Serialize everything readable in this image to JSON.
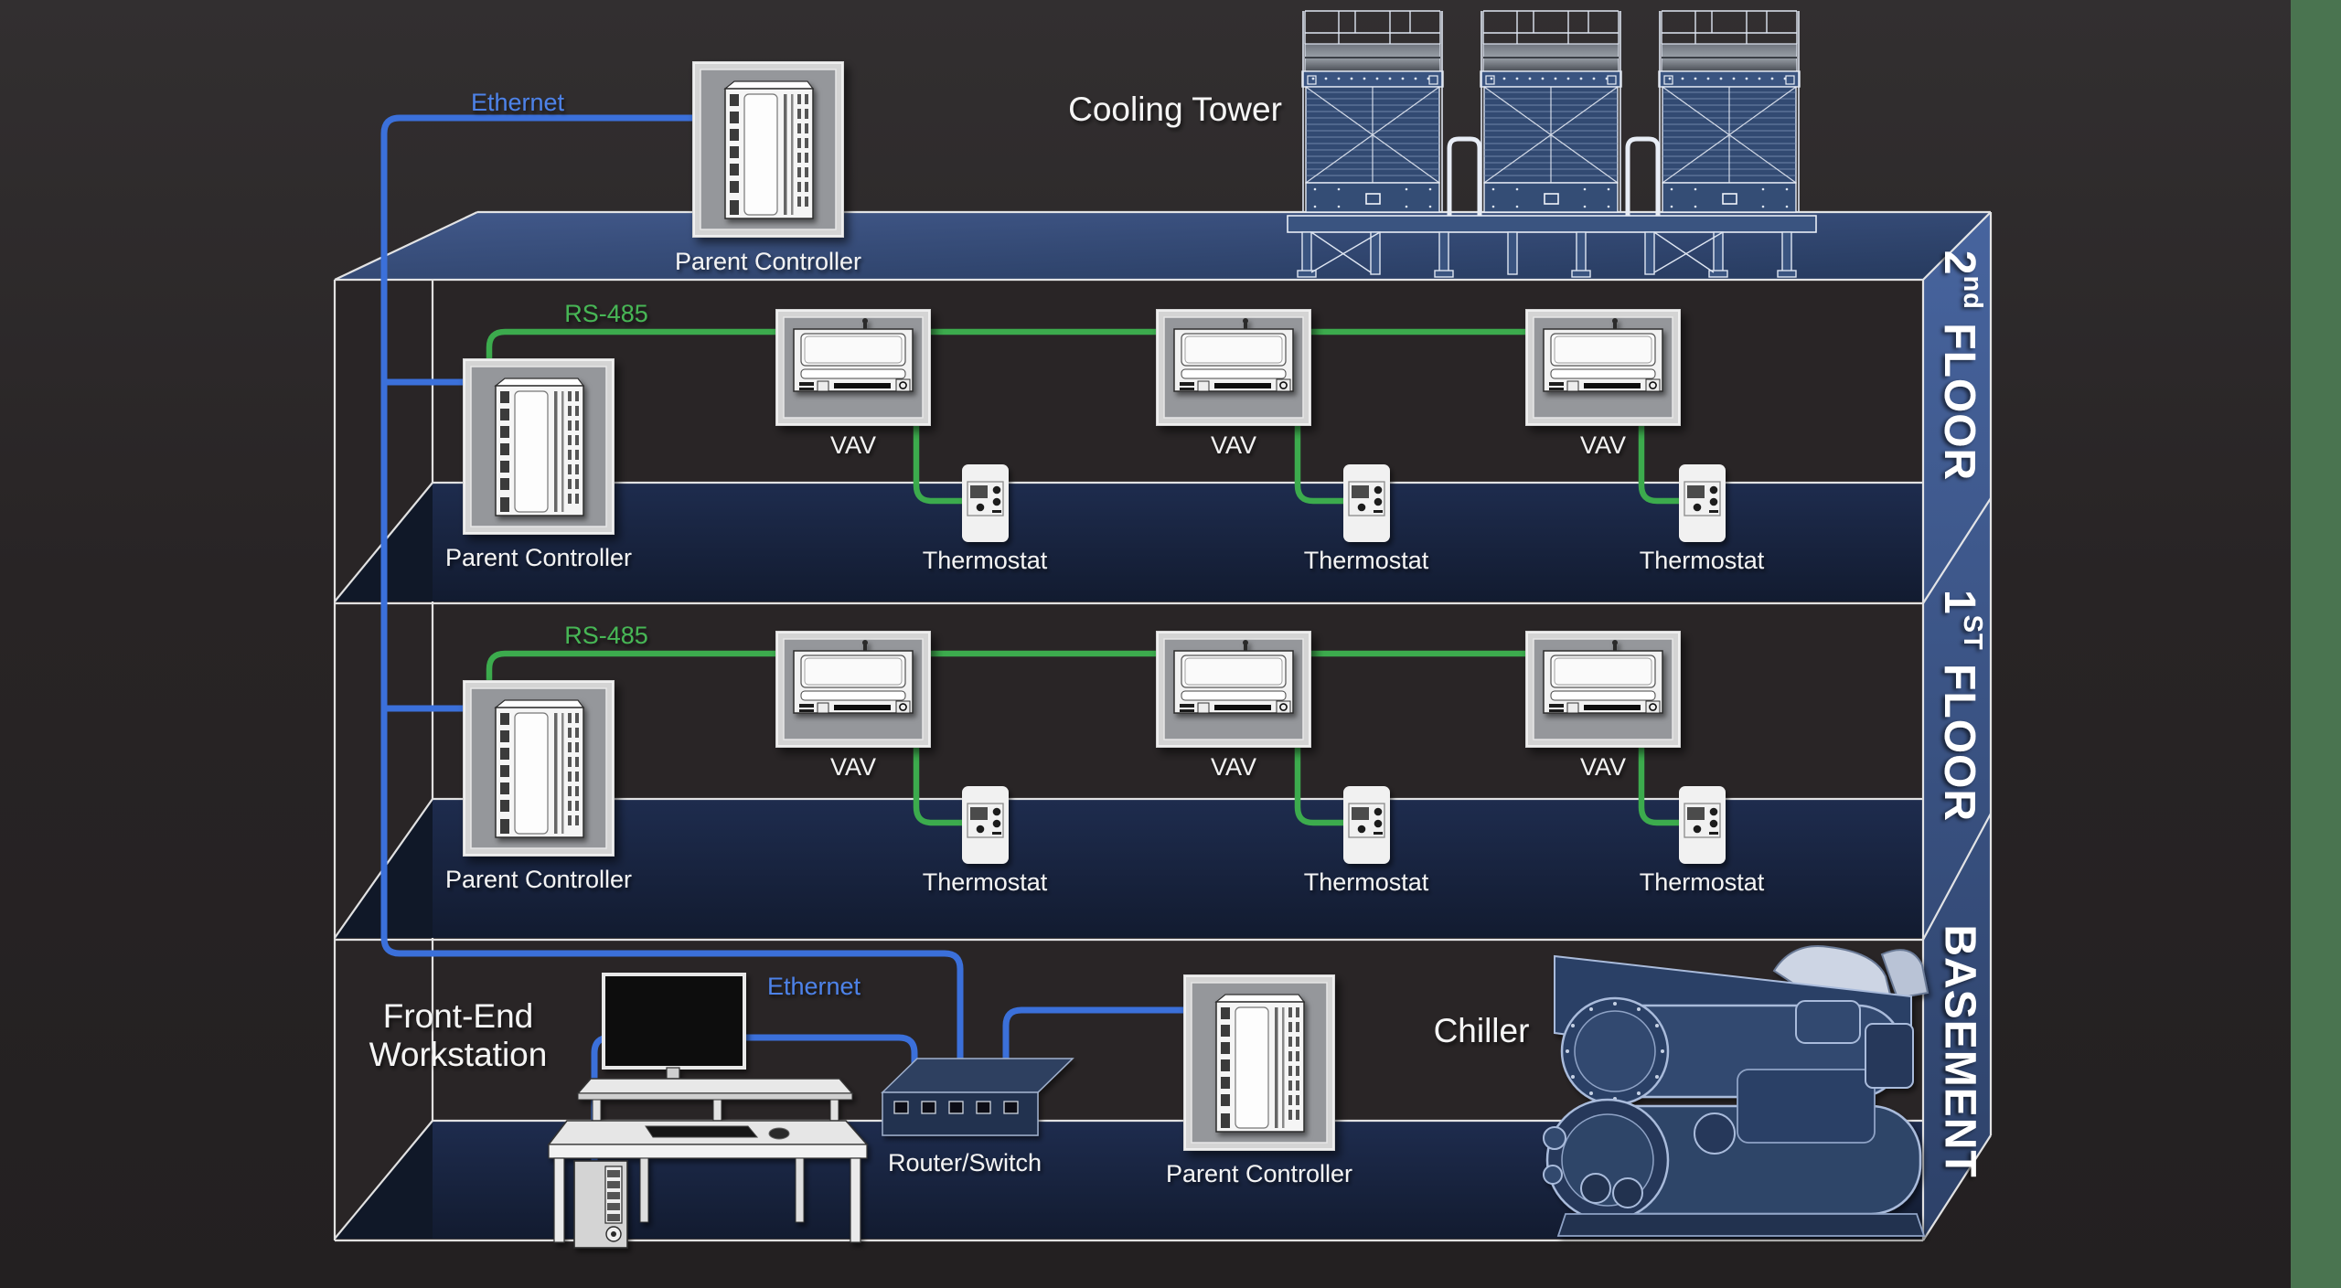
{
  "diagram_title": "Building Automation System network diagram",
  "colors": {
    "ethernet_blue": "#3b70da",
    "rs485_green": "#3cab4d",
    "roof_blue": "#3a5484",
    "band_blue": "#40598f",
    "slab_navy": "#16213a",
    "wall_dark": "#292526",
    "edge_green_strip": "#4a7450",
    "label_white": "#f3f3f3"
  },
  "roof": {
    "ethernet_label": "Ethernet",
    "parent_controller_label": "Parent Controller",
    "cooling_tower_label": "Cooling Tower"
  },
  "floor2": {
    "band_number": "2",
    "band_superscript": "nd",
    "band_word": " FLOOR",
    "rs485_label": "RS-485",
    "parent_controller_label": "Parent Controller",
    "vavs": [
      "VAV",
      "VAV",
      "VAV"
    ],
    "thermostats": [
      "Thermostat",
      "Thermostat",
      "Thermostat"
    ]
  },
  "floor1": {
    "band_number": "1",
    "band_superscript": "ST",
    "band_word": " FLOOR",
    "rs485_label": "RS-485",
    "parent_controller_label": "Parent Controller",
    "vavs": [
      "VAV",
      "VAV",
      "VAV"
    ],
    "thermostats": [
      "Thermostat",
      "Thermostat",
      "Thermostat"
    ]
  },
  "basement": {
    "band_label": "BASEMENT",
    "workstation_label_line1": "Front-End",
    "workstation_label_line2": "Workstation",
    "ethernet_label": "Ethernet",
    "router_label": "Router/Switch",
    "parent_controller_label": "Parent Controller",
    "chiller_label": "Chiller"
  }
}
